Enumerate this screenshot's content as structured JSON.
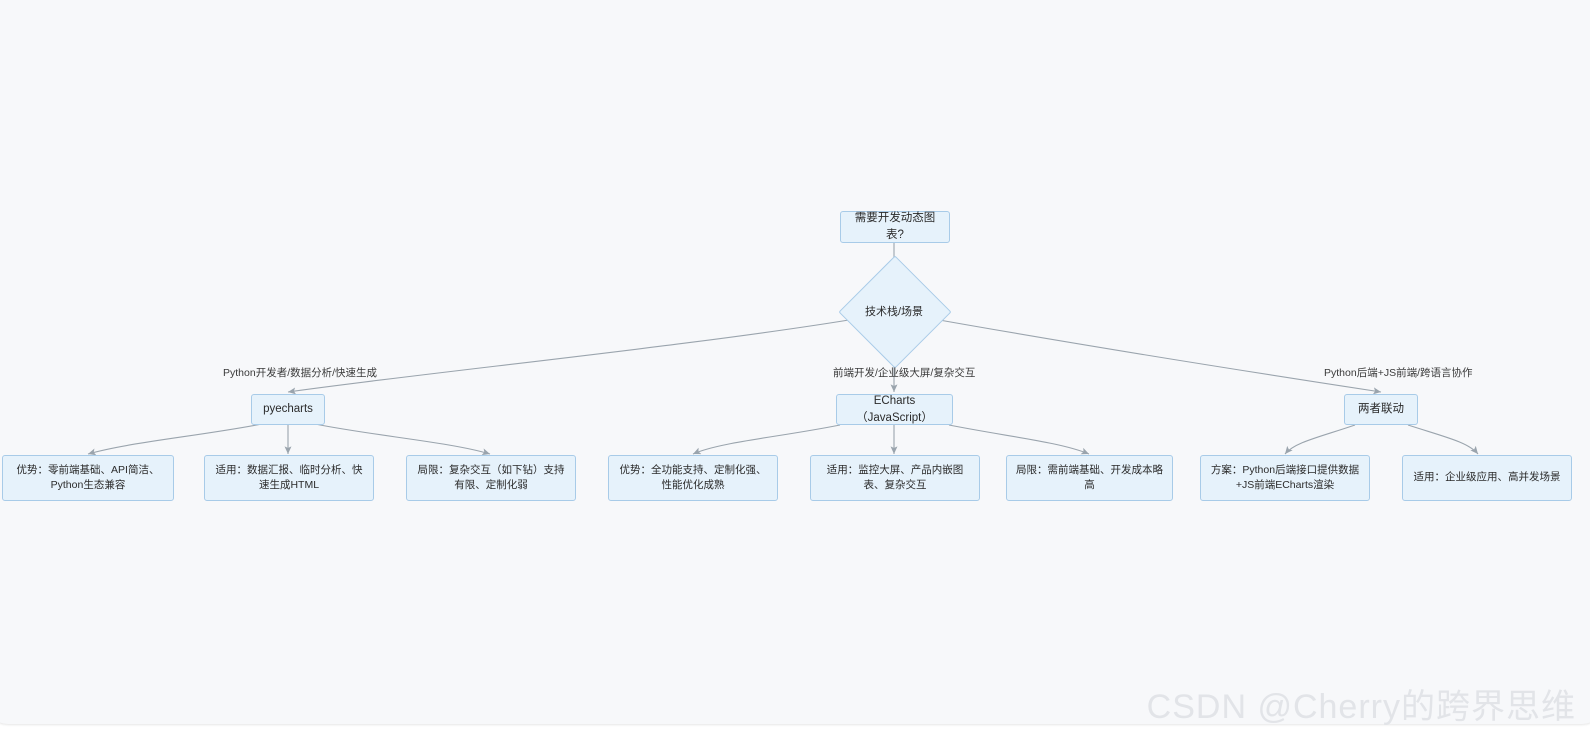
{
  "diagram": {
    "type": "flowchart",
    "direction": "top-down",
    "background_color": "#f7f8fa",
    "node_fill_color": "#e6f2fb",
    "node_border_color": "#a8cbe8",
    "edge_color": "#9aa4ad",
    "root": {
      "id": "root",
      "shape": "rect",
      "label": "需要开发动态图表?"
    },
    "decision": {
      "id": "decision",
      "shape": "diamond",
      "label": "技术栈/场景"
    },
    "branches": [
      {
        "id": "branch-pyecharts",
        "edge_label": "Python开发者/数据分析/快速生成",
        "node": {
          "id": "pyecharts",
          "shape": "rect",
          "label": "pyecharts"
        },
        "leaves": [
          {
            "id": "pyecharts-advantage",
            "shape": "rect",
            "label": "优势：零前端基础、API简洁、Python生态兼容"
          },
          {
            "id": "pyecharts-usecase",
            "shape": "rect",
            "label": "适用：数据汇报、临时分析、快速生成HTML"
          },
          {
            "id": "pyecharts-limitation",
            "shape": "rect",
            "label": "局限：复杂交互（如下钻）支持有限、定制化弱"
          }
        ]
      },
      {
        "id": "branch-echarts",
        "edge_label": "前端开发/企业级大屏/复杂交互",
        "node": {
          "id": "echarts",
          "shape": "rect",
          "label": "ECharts（JavaScript）"
        },
        "leaves": [
          {
            "id": "echarts-advantage",
            "shape": "rect",
            "label": "优势：全功能支持、定制化强、性能优化成熟"
          },
          {
            "id": "echarts-usecase",
            "shape": "rect",
            "label": "适用：监控大屏、产品内嵌图表、复杂交互"
          },
          {
            "id": "echarts-limitation",
            "shape": "rect",
            "label": "局限：需前端基础、开发成本略高"
          }
        ]
      },
      {
        "id": "branch-combined",
        "edge_label": "Python后端+JS前端/跨语言协作",
        "node": {
          "id": "combined",
          "shape": "rect",
          "label": "两者联动"
        },
        "leaves": [
          {
            "id": "combined-solution",
            "shape": "rect",
            "label": "方案：Python后端接口提供数据+JS前端ECharts渲染"
          },
          {
            "id": "combined-usecase",
            "shape": "rect",
            "label": "适用：企业级应用、高并发场景"
          }
        ]
      }
    ]
  },
  "watermark": {
    "text": "CSDN @Cherry的跨界思维"
  }
}
